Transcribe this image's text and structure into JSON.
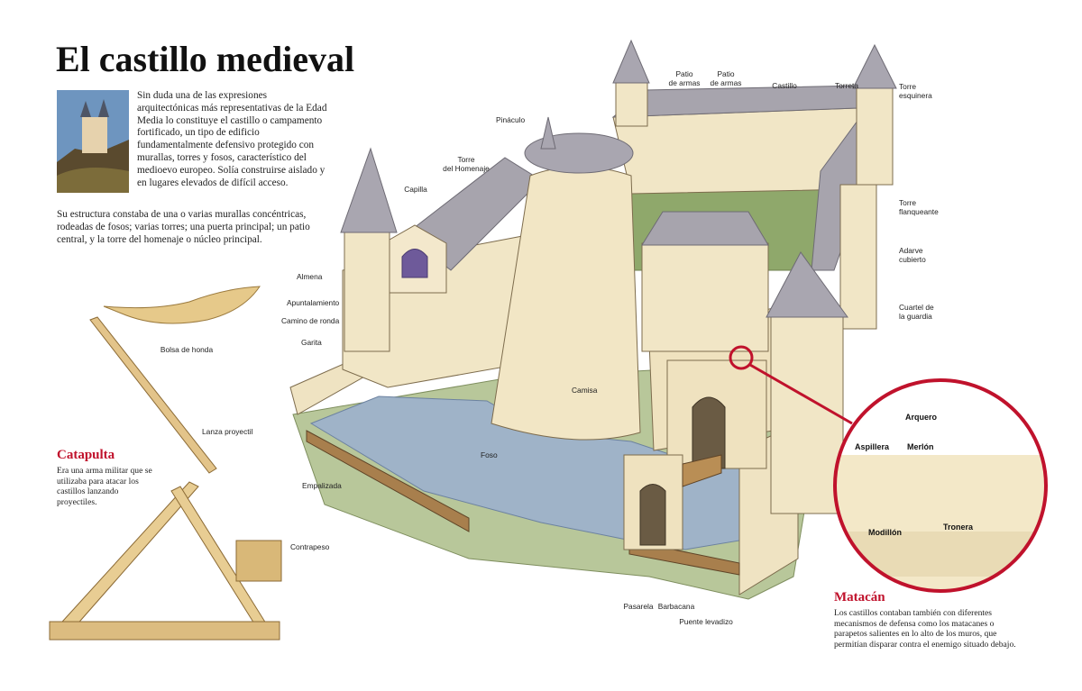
{
  "title": "El castillo medieval",
  "intro": "Sin duda una de las expresiones arquitectónicas más representativas de la Edad Media lo constituye el castillo o campamento fortificado, un tipo de edificio fundamentalmente defensivo protegido con murallas, torres y fosos, característico del medioevo europeo. Solía construirse aislado y en lugares elevados de difícil acceso.",
  "structure": "Su estructura constaba de una o varias murallas concéntricas, rodeadas de fosos; varias torres; una puerta principal; un patio central, y la torre del homenaje o núcleo principal.",
  "catapult": {
    "title": "Catapulta",
    "body": "Era una arma militar que se utilizaba para atacar los castillos lanzando proyectiles.",
    "labels": {
      "sling": "Bolsa de honda",
      "arm": "Lanza proyectil",
      "counterweight": "Contrapeso"
    }
  },
  "machicolation": {
    "title": "Matacán",
    "body": "Los castillos contaban también con diferentes mecanismos de defensa como los matacanes o parapetos salientes en lo alto de los muros, que permitían disparar contra el enemigo situado debajo.",
    "labels": {
      "archer": "Arquero",
      "loophole": "Aspillera",
      "merlon": "Merlón",
      "corbel": "Modillón",
      "embrasure": "Tronera"
    }
  },
  "castle_labels": {
    "patio1_a": "Patio",
    "patio1_b": "de armas",
    "patio2_a": "Patio",
    "patio2_b": "de armas",
    "castillo": "Castillo",
    "torreta": "Torreta",
    "corner_a": "Torre",
    "corner_b": "esquinera",
    "pinnacle": "Pináculo",
    "keep_a": "Torre",
    "keep_b": "del Homenaje",
    "chapel": "Capilla",
    "flank_a": "Torre",
    "flank_b": "flanqueante",
    "walk_a": "Adarve",
    "walk_b": "cubierto",
    "guard_a": "Cuartel de",
    "guard_b": "la guardia",
    "almena": "Almena",
    "shoring": "Apuntalamiento",
    "wallwalk": "Camino de ronda",
    "garita": "Garita",
    "camisa": "Camisa",
    "foso": "Foso",
    "palisade": "Empalizada",
    "walkway": "Pasarela",
    "barbican": "Barbacana",
    "drawbridge": "Puente levadizo"
  },
  "colors": {
    "accent": "#c0122c",
    "stone": "#f1e6c6",
    "roof": "#9c9aa3",
    "water": "#9fb3c8",
    "grass": "#8fa86b"
  }
}
